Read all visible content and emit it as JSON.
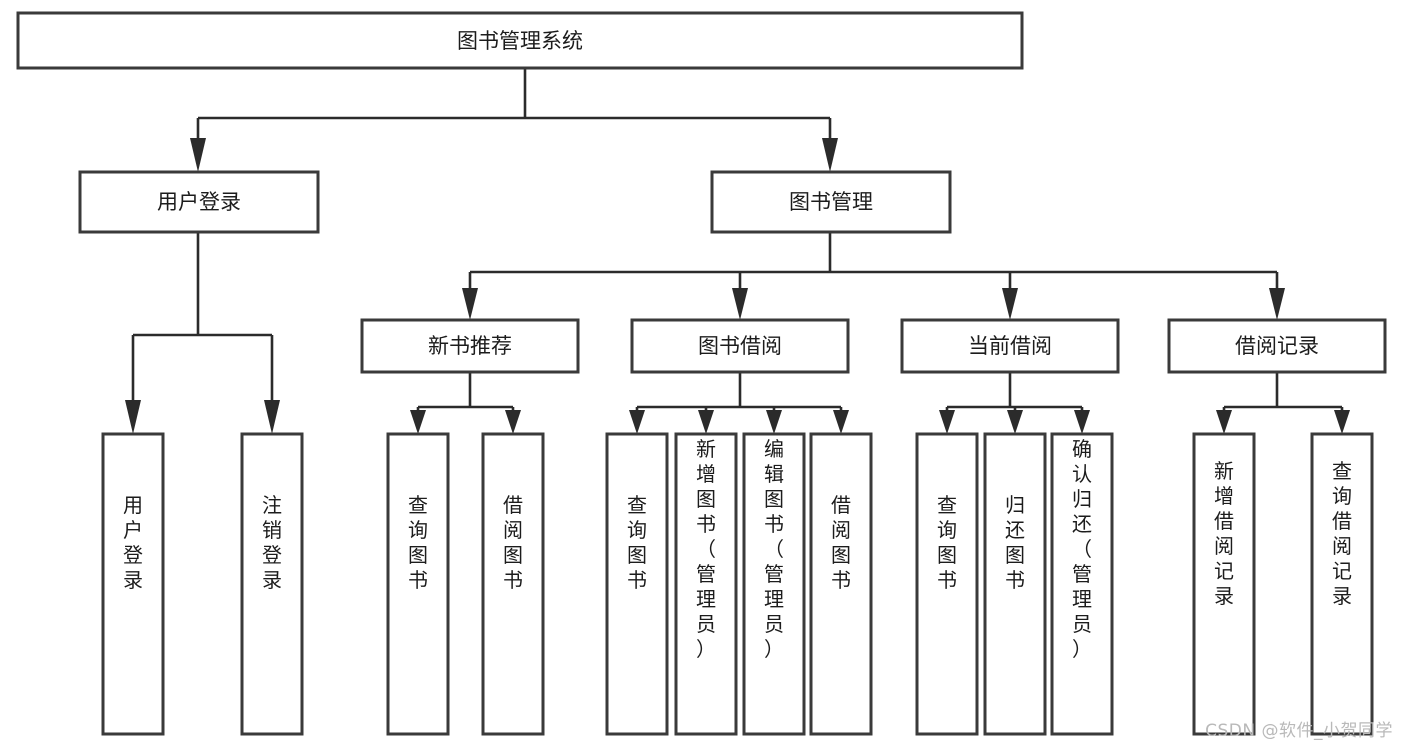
{
  "diagram": {
    "type": "tree",
    "title": "图书管理系统",
    "watermark": "CSDN @软件_小贺同学",
    "colors": {
      "box_stroke": "#3a3a3a",
      "connector": "#2b2b2b",
      "text": "#1c1c1c",
      "background": "#ffffff",
      "watermark": "#b9b9b9"
    },
    "nodes": {
      "root": {
        "label": "图书管理系统"
      },
      "level2": [
        {
          "id": "user-login",
          "label": "用户登录"
        },
        {
          "id": "book-management",
          "label": "图书管理"
        }
      ],
      "level3": [
        {
          "id": "new-book-recommend",
          "label": "新书推荐",
          "parent": "book-management"
        },
        {
          "id": "book-borrow",
          "label": "图书借阅",
          "parent": "book-management"
        },
        {
          "id": "current-borrow",
          "label": "当前借阅",
          "parent": "book-management"
        },
        {
          "id": "borrow-record",
          "label": "借阅记录",
          "parent": "book-management"
        }
      ],
      "leaves": [
        {
          "id": "leaf-user-login",
          "label": "用户登录",
          "parent": "user-login"
        },
        {
          "id": "leaf-logout-login",
          "label": "注销登录",
          "parent": "user-login"
        },
        {
          "id": "leaf-query-book-1",
          "label": "查询图书",
          "parent": "new-book-recommend"
        },
        {
          "id": "leaf-borrow-book-1",
          "label": "借阅图书",
          "parent": "new-book-recommend"
        },
        {
          "id": "leaf-query-book-2",
          "label": "查询图书",
          "parent": "book-borrow"
        },
        {
          "id": "leaf-add-book",
          "label": "新增图书（管理员）",
          "parent": "book-borrow"
        },
        {
          "id": "leaf-edit-book",
          "label": "编辑图书（管理员）",
          "parent": "book-borrow"
        },
        {
          "id": "leaf-borrow-book-2",
          "label": "借阅图书",
          "parent": "book-borrow"
        },
        {
          "id": "leaf-query-book-3",
          "label": "查询图书",
          "parent": "current-borrow"
        },
        {
          "id": "leaf-return-book",
          "label": "归还图书",
          "parent": "current-borrow"
        },
        {
          "id": "leaf-confirm-return",
          "label": "确认归还（管理员）",
          "parent": "current-borrow"
        },
        {
          "id": "leaf-add-record",
          "label": "新增借阅记录",
          "parent": "borrow-record"
        },
        {
          "id": "leaf-query-record",
          "label": "查询借阅记录",
          "parent": "borrow-record"
        }
      ]
    }
  }
}
